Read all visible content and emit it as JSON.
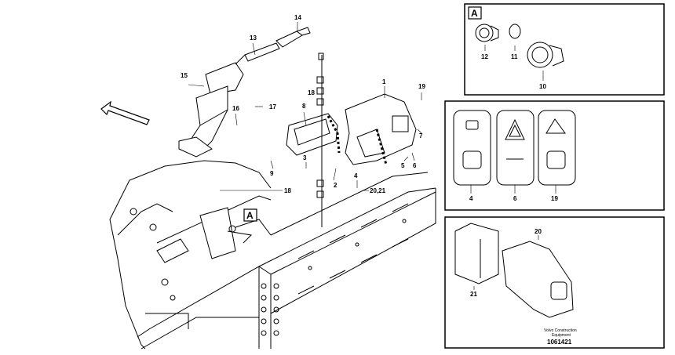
{
  "callouts": {
    "c14": "14",
    "c13": "13",
    "c15": "15",
    "c16": "16",
    "c17": "17",
    "c8": "8",
    "c18a": "18",
    "c1": "1",
    "c19": "19",
    "c7": "7",
    "c9": "9",
    "c3": "3",
    "c2": "2",
    "c4": "4",
    "c5": "5",
    "c6": "6",
    "c2021": "20,21",
    "c18b": "18"
  },
  "view_marker": "A",
  "inset_a": {
    "tag": "A",
    "labels": [
      "12",
      "11",
      "10"
    ]
  },
  "inset_switches": {
    "labels": [
      "4",
      "6",
      "19"
    ]
  },
  "inset_connector": {
    "labels": [
      "20",
      "21"
    ]
  },
  "footer": {
    "line1": "Volvo Construction",
    "line2": "Equipment",
    "number": "1061421"
  }
}
